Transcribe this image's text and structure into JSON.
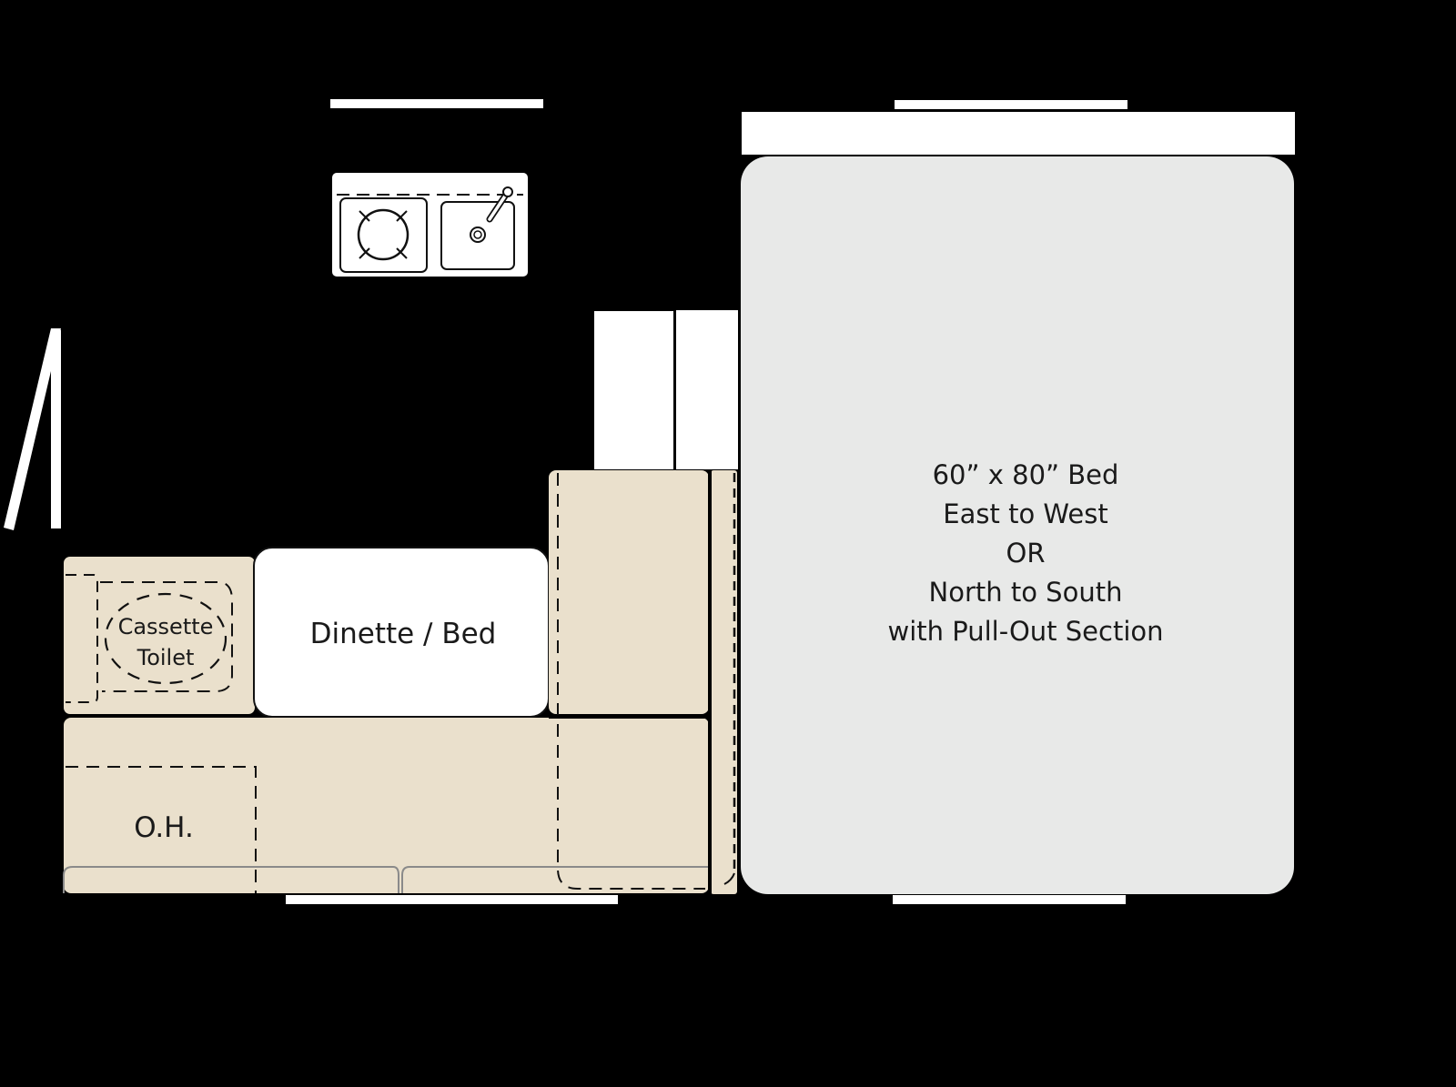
{
  "diagram": {
    "type": "floor-plan",
    "colors": {
      "background": "#000000",
      "cushion": "#EAE0CC",
      "bed": "#E8E9E8",
      "white": "#FFFFFF",
      "outline": "#111111"
    },
    "labels": {
      "toilet_line1": "Cassette",
      "toilet_line2": "Toilet",
      "dinette": "Dinette / Bed",
      "overhead": "O.H.",
      "bed_line1": "60” x 80” Bed",
      "bed_line2": "East to West",
      "bed_line3": "OR",
      "bed_line4": "North to South",
      "bed_line5": "with Pull-Out Section"
    },
    "fixtures": [
      "stove-burner",
      "sink-with-faucet",
      "cassette-toilet",
      "dinette-table",
      "bed",
      "entry-door",
      "windows"
    ]
  }
}
